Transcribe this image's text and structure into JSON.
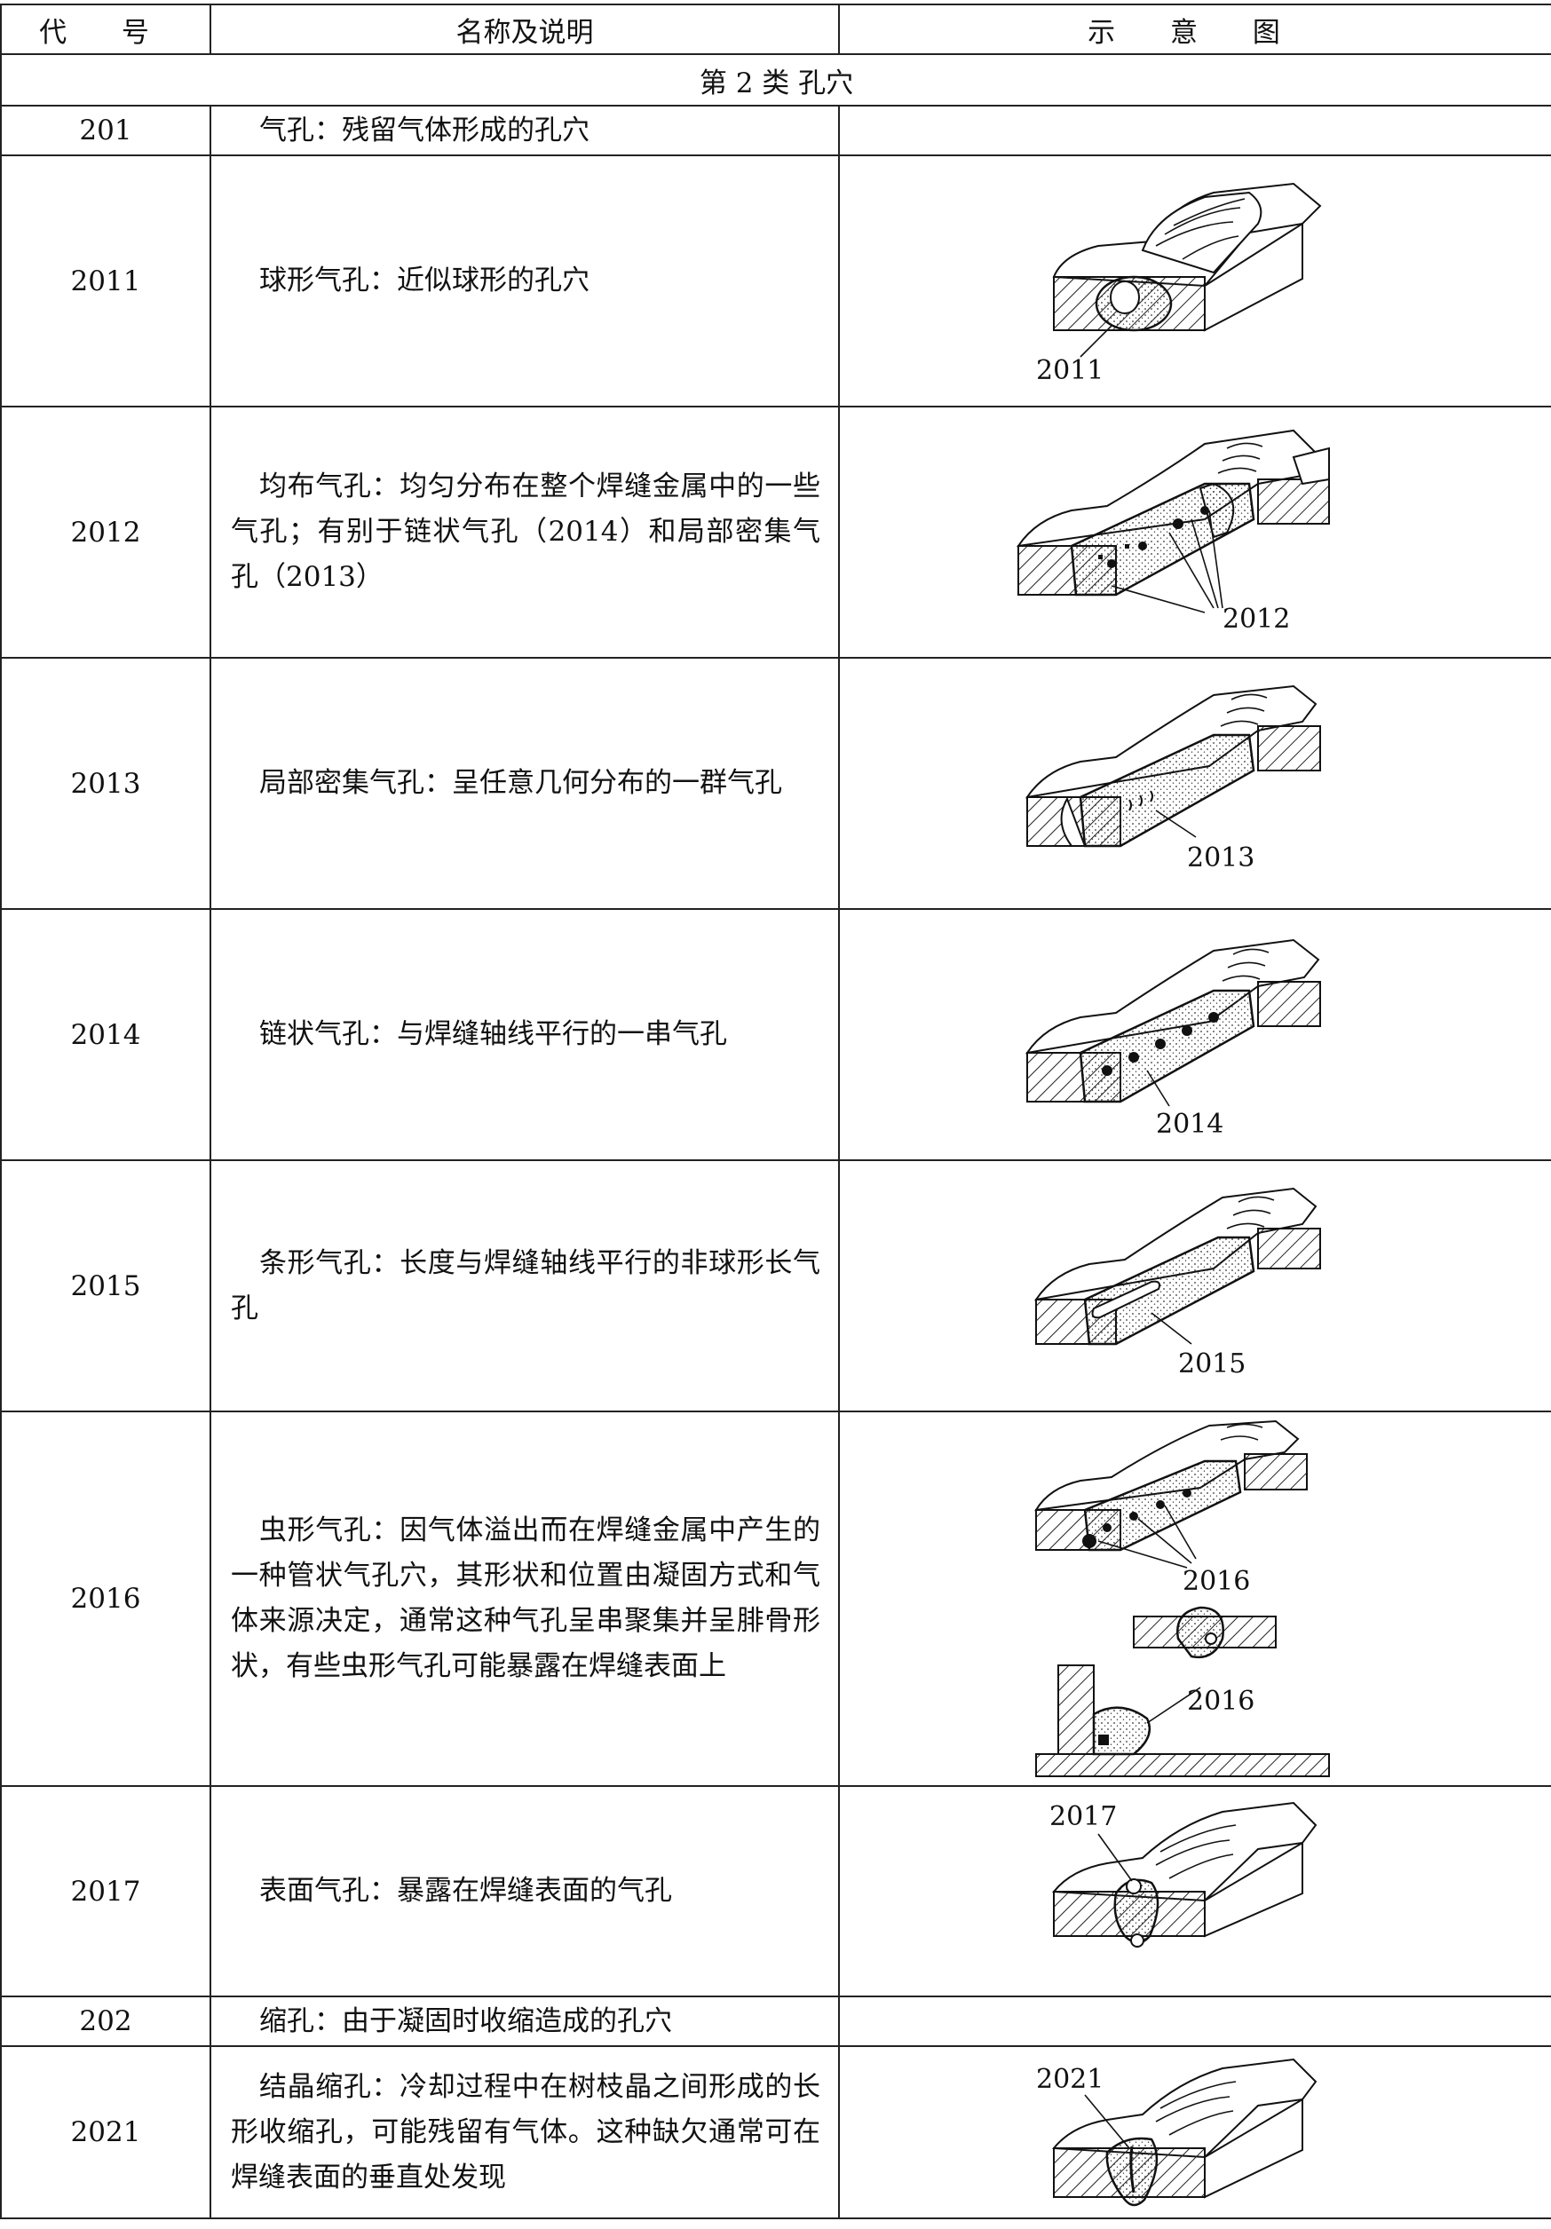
{
  "header": {
    "code": "代  号",
    "description": "名称及说明",
    "figure": "示  意  图"
  },
  "category": "第 2 类   孔穴",
  "rows": [
    {
      "code": "201",
      "description": "气孔：残留气体形成的孔穴"
    },
    {
      "code": "2011",
      "description": "球形气孔：近似球形的孔穴",
      "figure_label": "2011"
    },
    {
      "code": "2012",
      "description": "均布气孔：均匀分布在整个焊缝金属中的一些气孔；有别于链状气孔（2014）和局部密集气孔（2013）",
      "figure_label": "2012"
    },
    {
      "code": "2013",
      "description": "局部密集气孔：呈任意几何分布的一群气孔",
      "figure_label": "2013"
    },
    {
      "code": "2014",
      "description": "链状气孔：与焊缝轴线平行的一串气孔",
      "figure_label": "2014"
    },
    {
      "code": "2015",
      "description": "条形气孔：长度与焊缝轴线平行的非球形长气孔",
      "figure_label": "2015"
    },
    {
      "code": "2016",
      "description": "虫形气孔：因气体溢出而在焊缝金属中产生的一种管状气孔穴，其形状和位置由凝固方式和气体来源决定，通常这种气孔呈串聚集并呈腓骨形状，有些虫形气孔可能暴露在焊缝表面上",
      "figure_label_a": "2016",
      "figure_label_b": "2016"
    },
    {
      "code": "2017",
      "description": "表面气孔：暴露在焊缝表面的气孔",
      "figure_label": "2017"
    },
    {
      "code": "202",
      "description": "缩孔：由于凝固时收缩造成的孔穴"
    },
    {
      "code": "2021",
      "description": "结晶缩孔：冷却过程中在树枝晶之间形成的长形收缩孔，可能残留有气体。这种缺欠通常可在焊缝表面的垂直处发现",
      "figure_label": "2021"
    }
  ]
}
